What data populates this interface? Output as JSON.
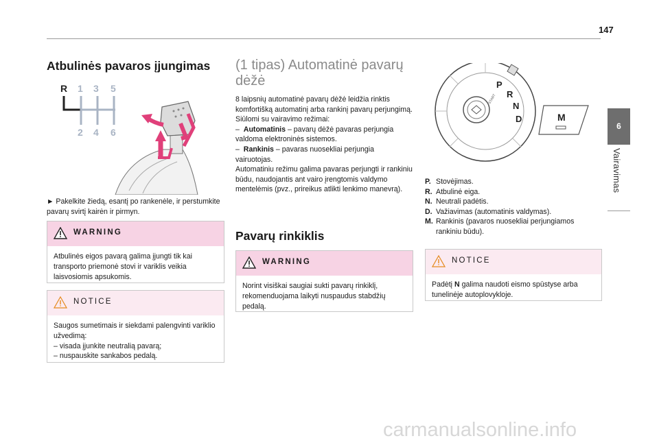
{
  "page_number": "147",
  "side_tab": {
    "number": "6",
    "label": "Vairavimas"
  },
  "col1": {
    "title": "Atbulinės pavaros įjungimas",
    "gear_diagram": {
      "top_labels": [
        "R",
        "1",
        "3",
        "5"
      ],
      "bottom_labels": [
        "2",
        "4",
        "6"
      ]
    },
    "instruction": "► Pakelkite žiedą, esantį po rankenėle, ir perstumkite pavarų svirtį kairėn ir pirmyn.",
    "warning": {
      "title": "WARNING",
      "text": "Atbulinės eigos pavarą galima įjungti tik kai transporto priemonė stovi ir variklis veikia laisvosiomis apsukomis."
    },
    "notice": {
      "title": "NOTICE",
      "text": "Saugos sumetimais ir siekdami palengvinti variklio užvedimą:",
      "items": [
        "– visada įjunkite neutralią pavarą;",
        "– nuspauskite sankabos pedalą."
      ]
    }
  },
  "col2": {
    "title": "(1 tipas) Automatinė pavarų dėžė",
    "paragraph1": "8 laipsnių automatinė pavarų dėžė leidžia rinktis komfortišką automatinį arba rankinį pavarų perjungimą.",
    "paragraph2": "Siūlomi su vairavimo režimai:",
    "modes": [
      {
        "dash": "–",
        "name": "Automatinis",
        "desc": " – pavarų dėžė pavaras perjungia valdoma elektroninės sistemos."
      },
      {
        "dash": "–",
        "name": "Rankinis",
        "desc": " – pavaras nuosekliai perjungia vairuotojas."
      }
    ],
    "paragraph3": "Automatiniu režimu galima pavaras perjungti ir rankiniu būdu, naudojantis ant vairo įrengtomis valdymo mentelėmis (pvz., prireikus atlikti lenkimo manevrą).",
    "subtitle": "Pavarų rinkiklis",
    "warning": {
      "title": "WARNING",
      "text": "Norint visiškai saugiai sukti pavarų rinkiklį, rekomenduojama laikyti nuspaudus stabdžių pedalą."
    }
  },
  "col3": {
    "dial": {
      "letters": [
        "P",
        "R",
        "N",
        "D"
      ],
      "center_text": "START",
      "m_button": "M"
    },
    "legend": [
      {
        "key": "P.",
        "text": "Stovėjimas."
      },
      {
        "key": "R.",
        "text": "Atbulinė eiga."
      },
      {
        "key": "N.",
        "text": "Neutrali padėtis."
      },
      {
        "key": "D.",
        "text": "Važiavimas (automatinis valdymas)."
      },
      {
        "key": "M.",
        "text": "Rankinis (pavaros nuosekliai perjungiamos rankiniu būdu)."
      }
    ],
    "notice": {
      "title": "NOTICE",
      "pre": "Padėtį ",
      "bold": "N",
      "post": " galima naudoti eismo spūstyse arba tunelinėje autoplovykloje."
    }
  },
  "watermark": "carmanualsonline.info",
  "colors": {
    "warning_header": "#f7d3e4",
    "notice_header": "#fbeaf1",
    "accent_pink": "#e0407a",
    "tab_gray": "#6e6e6e"
  }
}
